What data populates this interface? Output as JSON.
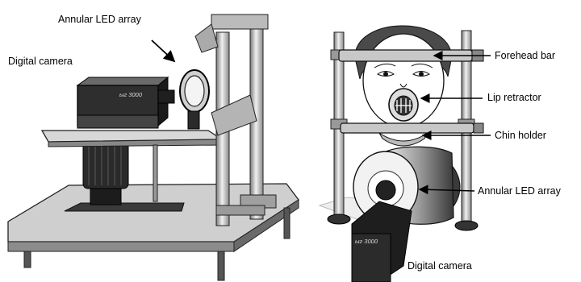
{
  "left_panel": {
    "labels": {
      "led_array": "Annular LED array",
      "camera": "Digital camera"
    },
    "camera_brand": "ыг 3000"
  },
  "right_panel": {
    "labels": {
      "forehead_bar": "Forehead bar",
      "lip_retractor": "Lip retractor",
      "chin_holder": "Chin holder",
      "led_array": "Annular LED array",
      "camera": "Digital camera"
    },
    "camera_brand": "ыг 3000"
  }
}
